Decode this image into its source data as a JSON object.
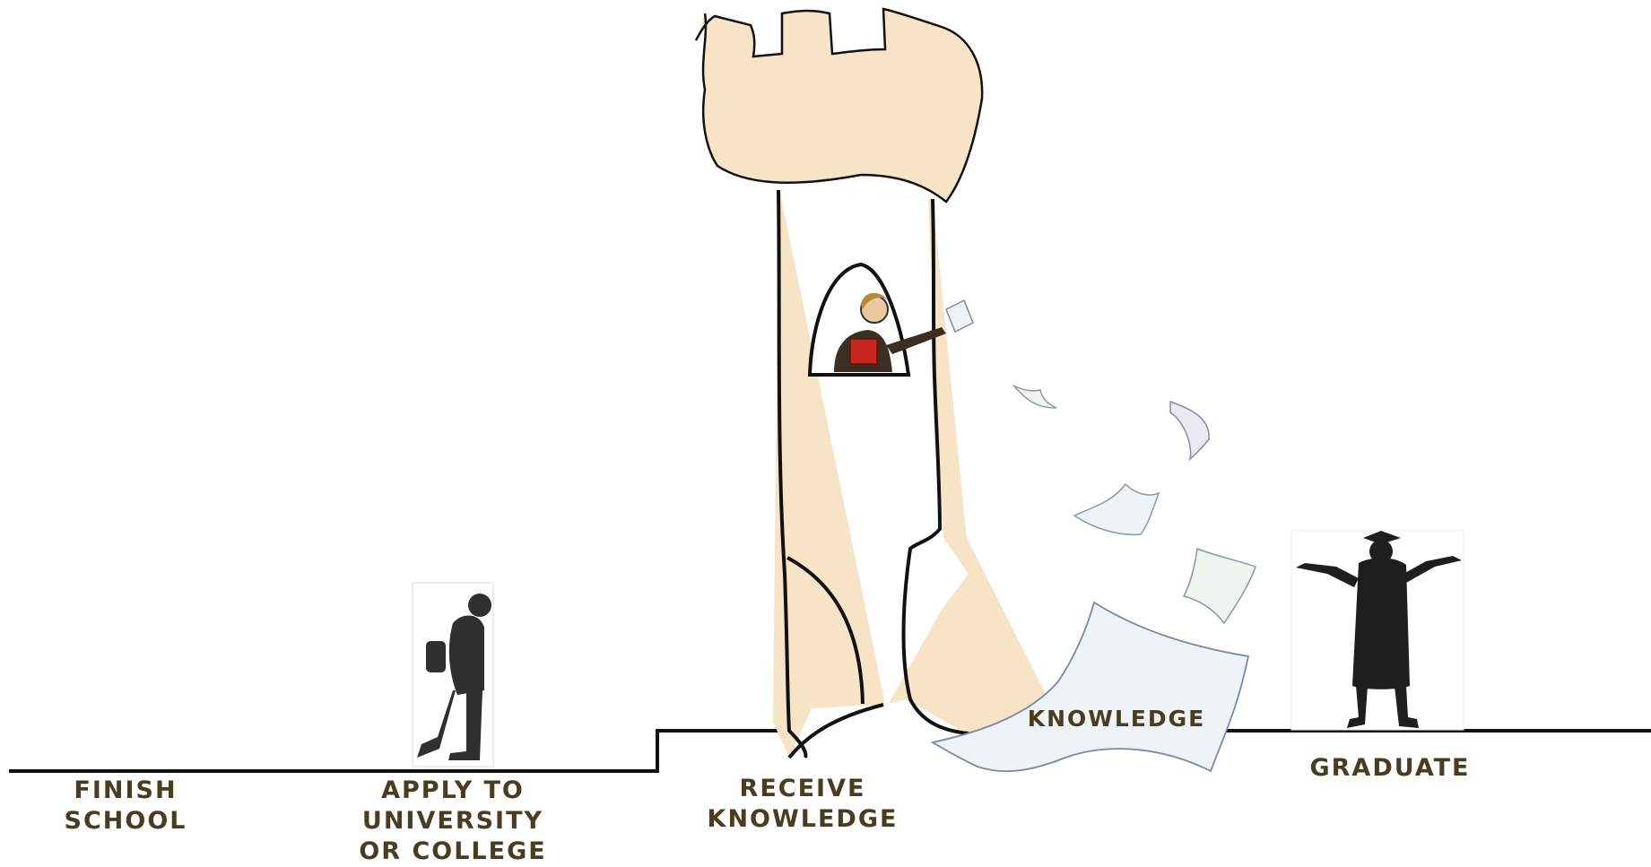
{
  "stages": [
    {
      "lines": [
        "FINISH",
        "SCHOOL"
      ]
    },
    {
      "lines": [
        "APPLY TO",
        "UNIVERSITY",
        "OR COLLEGE"
      ]
    },
    {
      "lines": [
        "RECEIVE",
        "KNOWLEDGE"
      ]
    },
    {
      "lines": [
        "GRADUATE"
      ]
    }
  ],
  "knowledge_label": "KNOWLEDGE",
  "colors": {
    "tower_fill": "#f7e3c6",
    "outline": "#111111",
    "label_text": "#4a3c1f",
    "silhouette": "#252525",
    "paper_fill": "#eef3f8",
    "book_red": "#c8261e"
  }
}
